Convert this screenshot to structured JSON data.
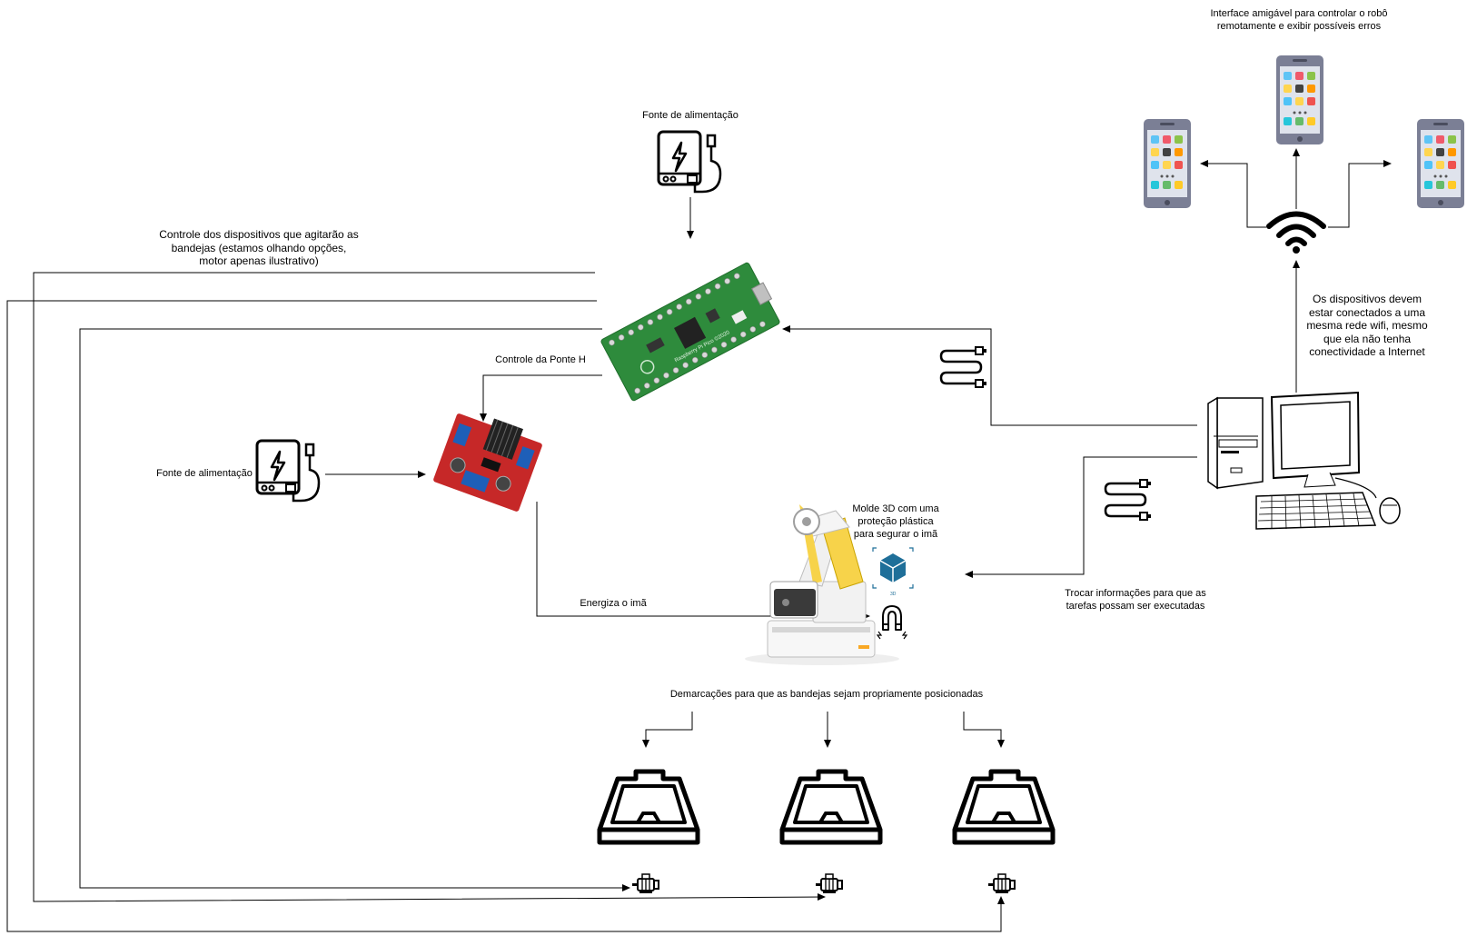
{
  "labels": {
    "power_top": "Fonte de alimentação",
    "power_left": "Fonte de alimentação",
    "hbridge_control": "Controle da Ponte H",
    "tray_devices_control": "Controle dos dispositivos que agitarão as\nbandejas (estamos olhando opções,\nmotor apenas ilustrativo)",
    "energize_magnet": "Energiza o imã",
    "mold_3d": "Molde 3D com uma\nproteção plástica\npara segurar o imã",
    "tray_markings": "Demarcações para que as bandejas sejam propriamente posicionadas",
    "exchange_info": "Trocar informações para que as\ntarefas possam ser executadas",
    "wifi_note": "Os dispositivos devem\nestar conectados a uma\nmesma rede wifi, mesmo\nque ela não tenha\nconectividade a Internet",
    "app_interface": "Interface amigável para controlar o robô\nremotamente e exibir possíveis erros"
  },
  "board_text": "Raspberry Pi Pico ©2020",
  "icon_names": [
    "power-bank-icon",
    "raspberry-pi-pico-board",
    "h-bridge-driver-board",
    "robot-arm",
    "3d-cube-icon",
    "magnet-icon",
    "usb-cable-icon",
    "desktop-computer",
    "wifi-icon",
    "smartphone-icon",
    "tray-icon",
    "motor-icon"
  ],
  "colors": {
    "pcb_green": "#2e8b3c",
    "hbridge_red": "#c62828",
    "phone_body": "#7b7f95",
    "cube_blue": "#1f6f99"
  }
}
